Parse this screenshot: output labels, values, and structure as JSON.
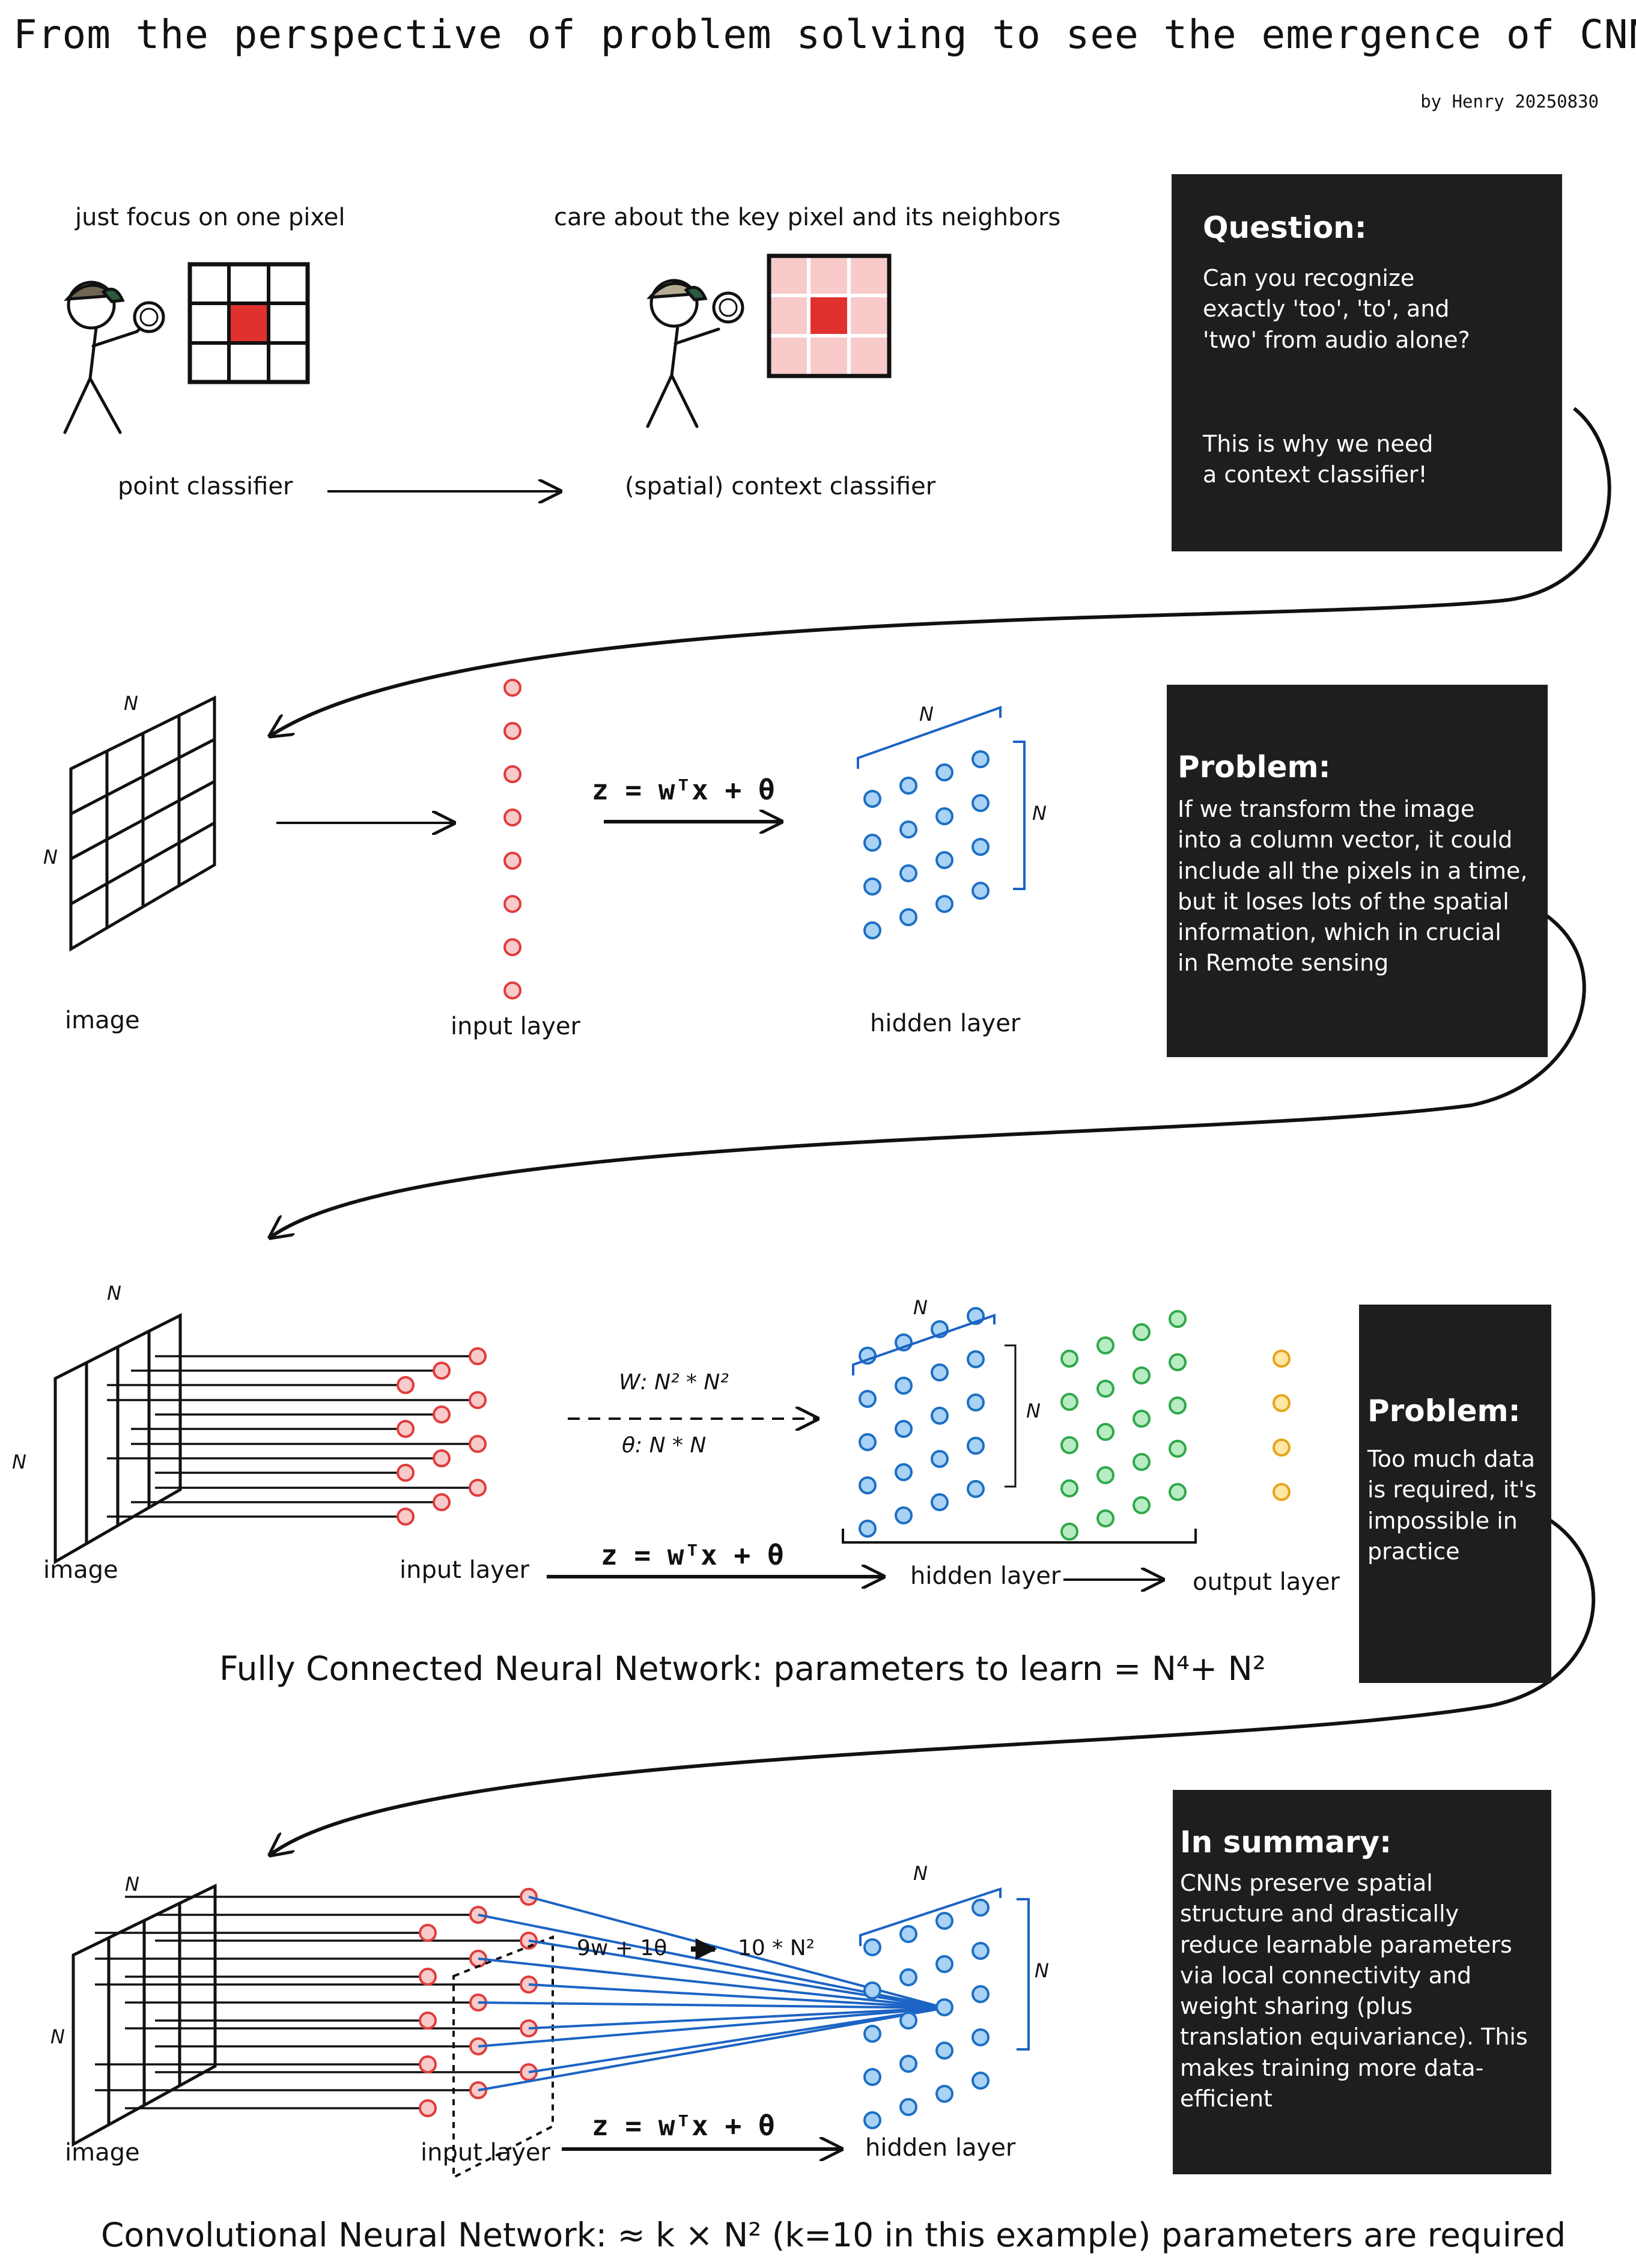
{
  "header": {
    "title": "From the perspective of problem solving to see the emergence of CNN",
    "byline": "by Henry 20250830"
  },
  "row1": {
    "caption_left": "just focus on one pixel",
    "caption_right": "care about the key pixel and its neighbors",
    "label_left": "point classifier",
    "label_right": "(spatial) context classifier",
    "panel": {
      "heading": "Question:",
      "body_top": "Can you recognize\nexactly 'too', 'to', and\n'two' from audio alone?",
      "body_bottom": "This is why we need\na context classifier!"
    }
  },
  "row2": {
    "n_top": "N",
    "n_left": "N",
    "n_hidden_top": "N",
    "n_hidden_right": "N",
    "formula": "z = wᵀx + θ",
    "label_image": "image",
    "label_input": "input layer",
    "label_hidden": "hidden layer",
    "panel": {
      "heading": "Problem:",
      "body": "If we transform the image\ninto a column vector, it could\ninclude all the pixels in a time,\nbut it loses lots of the spatial\ninformation, which in crucial\nin Remote sensing"
    }
  },
  "row3": {
    "n_top": "N",
    "n_left": "N",
    "n_hidden_top": "N",
    "n_hidden_mid": "N",
    "w_label": "W: N² * N²",
    "theta_label": "θ: N * N",
    "formula": "z = wᵀx + θ",
    "label_image": "image",
    "label_input": "input layer",
    "label_hidden": "hidden layer",
    "label_output": "output layer",
    "caption": "Fully Connected Neural Network:  parameters to learn = N⁴+ N²",
    "panel": {
      "heading": "Problem:",
      "body": "Too much data\nis required, it's\nimpossible in\npractice"
    }
  },
  "row4": {
    "n_top": "N",
    "n_left": "N",
    "n_hidden_top": "N",
    "n_hidden_right": "N",
    "conv_params_left": "9w + 1θ",
    "conv_params_right": "10 * N²",
    "formula": "z = wᵀx + θ",
    "label_image": "image",
    "label_input": "input layer",
    "label_hidden": "hidden layer",
    "caption": "Convolutional Neural Network: ≈ k × N² (k=10 in this example) parameters are required",
    "panel": {
      "heading": "In summary:",
      "body": "CNNs preserve spatial\nstructure and drastically\nreduce learnable parameters\nvia local connectivity and\nweight sharing (plus\ntranslation equivariance). This\nmakes training more data-\nefficient"
    }
  },
  "colors": {
    "red_node": "#e03c3c",
    "red_node_fill": "#f8caca",
    "blue_node": "#1c6fc4",
    "blue_node_fill": "#a9d2f5",
    "green_node": "#2fa84a",
    "green_node_fill": "#b8ecc2",
    "orange_node": "#e8a31a",
    "orange_node_fill": "#ffe7a6",
    "pixel_red": "#e0312f",
    "pixel_pink": "#f8caca",
    "panel_bg": "#1e1e1e",
    "blue_line": "#1c63c4"
  }
}
